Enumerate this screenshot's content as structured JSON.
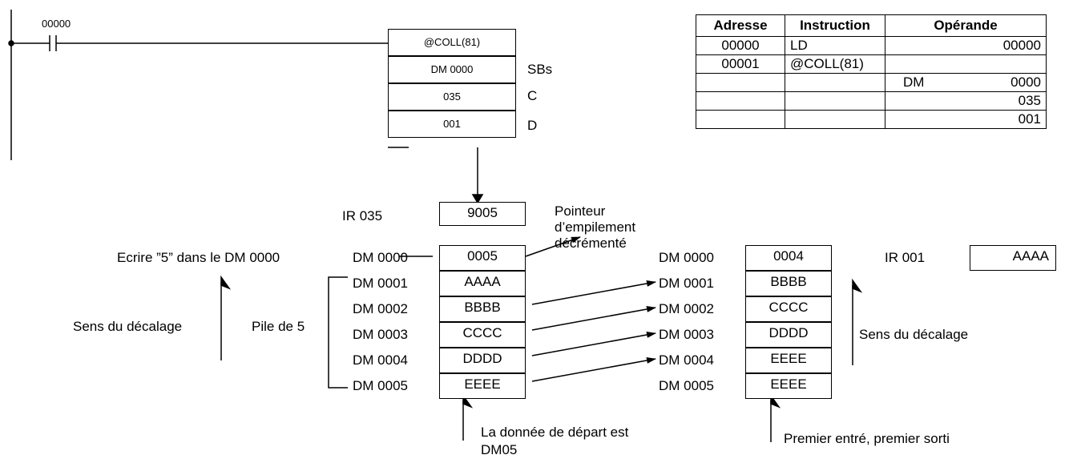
{
  "ladder": {
    "contact_label": "00000",
    "instruction": "@COLL(81)",
    "operands": [
      "DM 0000",
      "035",
      "001"
    ],
    "operand_names": [
      "SBs",
      "C",
      "D"
    ]
  },
  "table": {
    "headers": [
      "Adresse",
      "Instruction",
      "Opérande"
    ],
    "rows": [
      [
        "00000",
        "LD",
        "",
        "00000"
      ],
      [
        "00001",
        "@COLL(81)",
        "",
        ""
      ],
      [
        "",
        "",
        "DM",
        "0000"
      ],
      [
        "",
        "",
        "",
        "035"
      ],
      [
        "",
        "",
        "",
        "001"
      ]
    ]
  },
  "pointer": {
    "register": "IR 035",
    "value": "9005",
    "note_lines": [
      "Pointeur",
      "d’empilement",
      "décrémenté"
    ]
  },
  "left_stack": {
    "write_note": "Ecrire ”5” dans le DM 0000",
    "shift_label": "Sens du décalage",
    "stack_label": "Pile de 5",
    "addresses": [
      "DM 0000",
      "DM 0001",
      "DM 0002",
      "DM 0003",
      "DM 0004",
      "DM 0005"
    ],
    "values": [
      "0005",
      "AAAA",
      "BBBB",
      "CCCC",
      "DDDD",
      "EEEE"
    ],
    "bottom_note_lines": [
      "La donnée de départ est",
      "DM05"
    ]
  },
  "right_stack": {
    "addresses": [
      "DM 0000",
      "DM 0001",
      "DM 0002",
      "DM 0003",
      "DM 0004",
      "DM 0005"
    ],
    "values": [
      "0004",
      "BBBB",
      "CCCC",
      "DDDD",
      "EEEE",
      "EEEE"
    ],
    "shift_label": "Sens du décalage",
    "bottom_note": "Premier entré, premier sorti"
  },
  "output": {
    "register": "IR 001",
    "value": "AAAA"
  }
}
